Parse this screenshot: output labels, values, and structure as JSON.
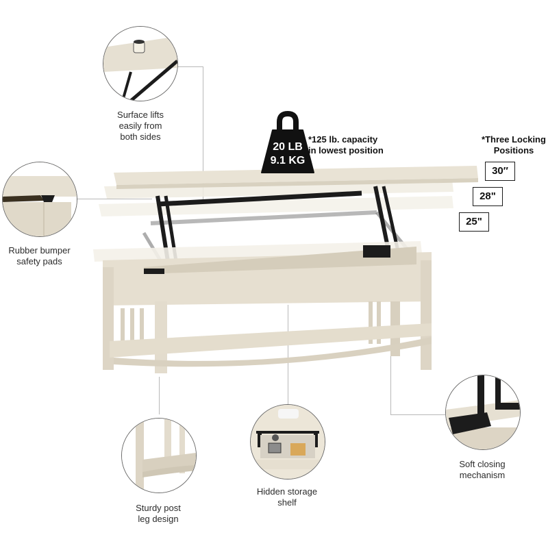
{
  "product": {
    "type": "lift-top coffee table",
    "finish_color": "#e8e2d4",
    "mechanism_color": "#1c1c1c"
  },
  "weight_badge": {
    "line1": "20 LB",
    "line2": "9.1 KG",
    "color": "#111111"
  },
  "capacity_note": "*125 lb. capacity\nin lowest position",
  "locking_positions": {
    "title": "*Three Locking\nPositions",
    "heights": [
      "30″",
      "28\"",
      "25\""
    ]
  },
  "callouts": [
    {
      "id": "surface-lifts",
      "caption": "Surface lifts\neasily from\nboth sides"
    },
    {
      "id": "rubber-bumper",
      "caption": "Rubber bumper\nsafety pads"
    },
    {
      "id": "sturdy-post",
      "caption": "Sturdy post\nleg design"
    },
    {
      "id": "hidden-storage",
      "caption": "Hidden storage\nshelf"
    },
    {
      "id": "soft-closing",
      "caption": "Soft closing\nmechanism"
    }
  ]
}
